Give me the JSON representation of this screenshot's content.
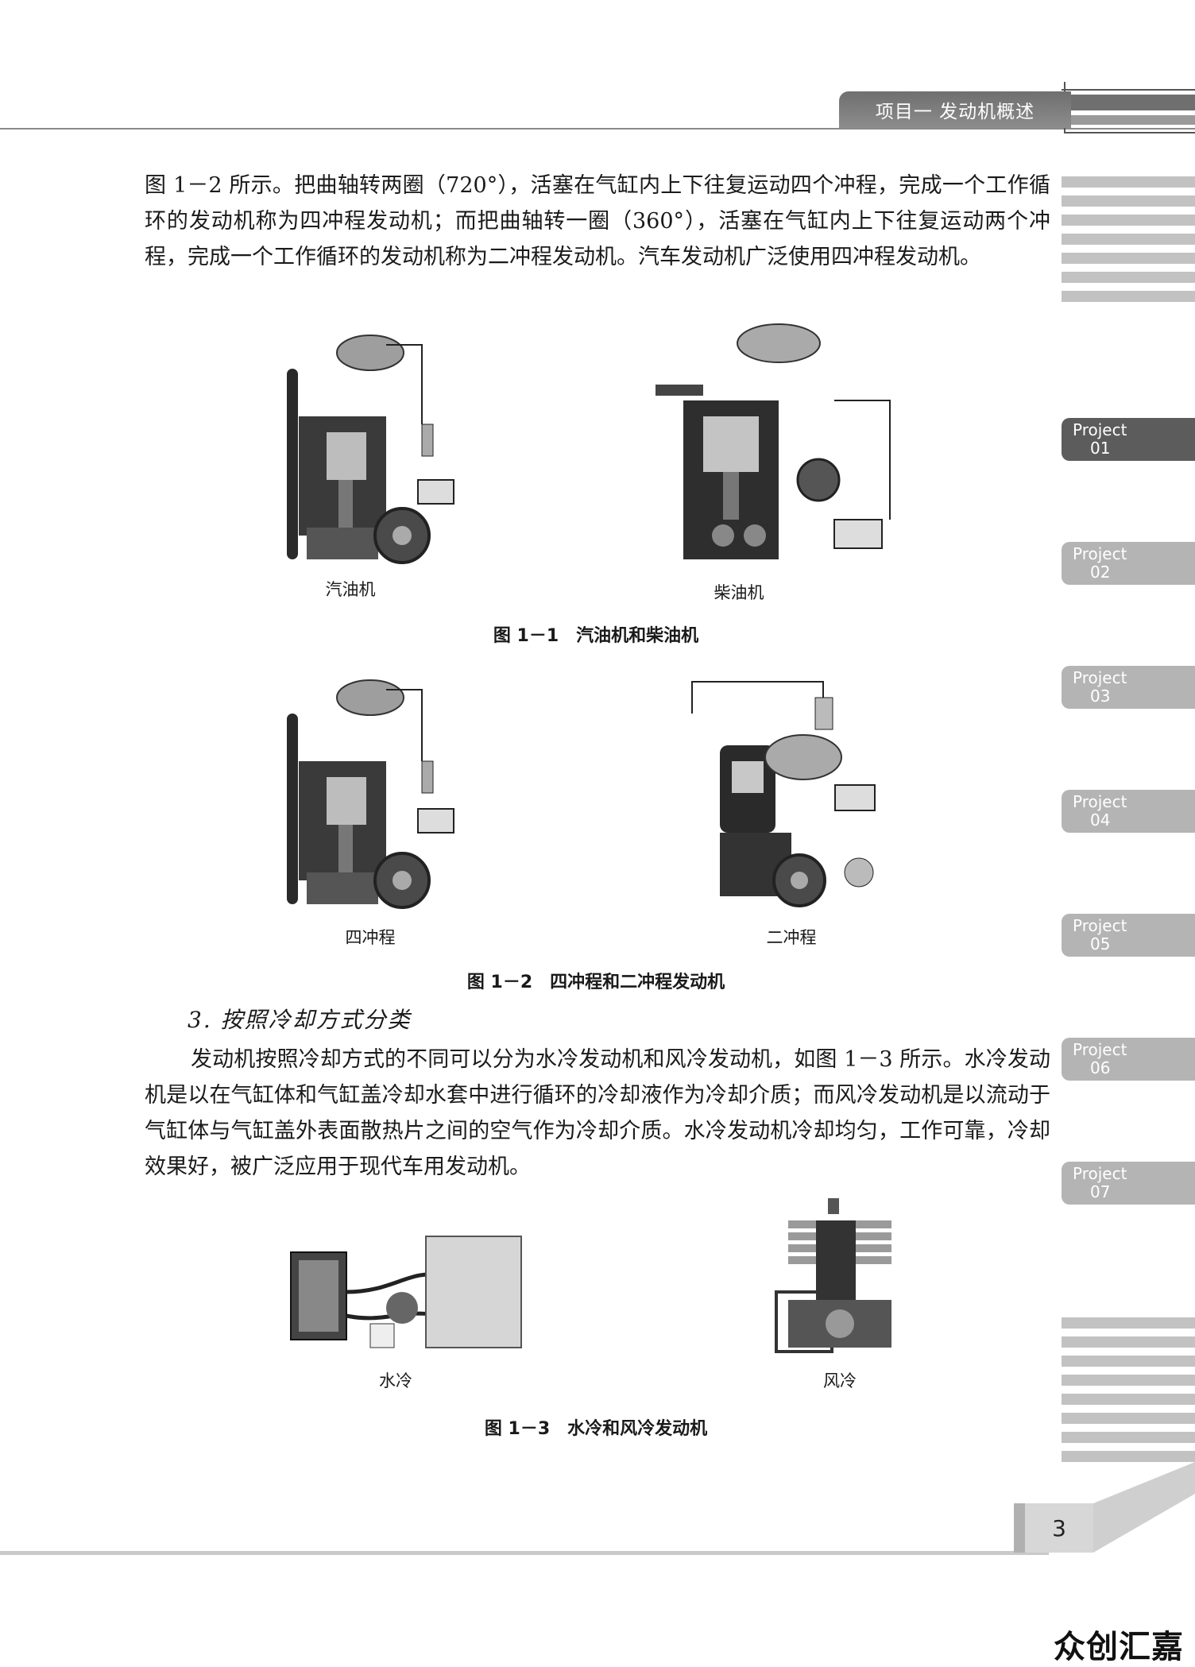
{
  "header": {
    "chapter_label": "项目一  发动机概述"
  },
  "side_tabs": [
    {
      "label": "Project",
      "number": "01"
    },
    {
      "label": "Project",
      "number": "02"
    },
    {
      "label": "Project",
      "number": "03"
    },
    {
      "label": "Project",
      "number": "04"
    },
    {
      "label": "Project",
      "number": "05"
    },
    {
      "label": "Project",
      "number": "06"
    },
    {
      "label": "Project",
      "number": "07"
    }
  ],
  "paragraph_1": "图 1－2 所示。把曲轴转两圈（720°），活塞在气缸内上下往复运动四个冲程，完成一个工作循环的发动机称为四冲程发动机；而把曲轴转一圈（360°），活塞在气缸内上下往复运动两个冲程，完成一个工作循环的发动机称为二冲程发动机。汽车发动机广泛使用四冲程发动机。",
  "figure_1": {
    "left_label": "汽油机",
    "right_label": "柴油机",
    "caption": "图 1－1　汽油机和柴油机"
  },
  "figure_2": {
    "left_label": "四冲程",
    "right_label": "二冲程",
    "caption": "图 1－2　四冲程和二冲程发动机"
  },
  "section_3": {
    "heading": "3. 按照冷却方式分类",
    "paragraph": "发动机按照冷却方式的不同可以分为水冷发动机和风冷发动机，如图 1－3 所示。水冷发动机是以在气缸体和气缸盖冷却水套中进行循环的冷却液作为冷却介质；而风冷发动机是以流动于气缸体与气缸盖外表面散热片之间的空气作为冷却介质。水冷发动机冷却均匀，工作可靠，冷却效果好，被广泛应用于现代车用发动机。"
  },
  "figure_3": {
    "left_label": "水冷",
    "right_label": "风冷",
    "caption": "图 1－3　水冷和风冷发动机"
  },
  "footer": {
    "page_number": "3"
  },
  "watermark": {
    "text": "众创汇嘉"
  }
}
